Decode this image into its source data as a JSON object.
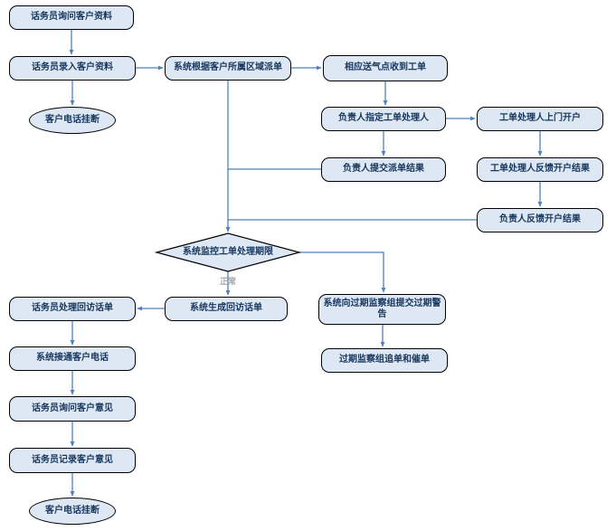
{
  "diagram": {
    "type": "flowchart",
    "nodes": {
      "ask_customer_info": {
        "label": "话务员询问客户资料",
        "shape": "rounded-rect"
      },
      "enter_customer_info": {
        "label": "话务员录入客户资料",
        "shape": "rounded-rect"
      },
      "customer_hangup_top": {
        "label": "客户电话挂断",
        "shape": "ellipse"
      },
      "dispatch_by_region": {
        "label": "系统根据客户所属区域派单",
        "shape": "rounded-rect"
      },
      "gas_point_receive_order": {
        "label": "相应送气点收到工单",
        "shape": "rounded-rect"
      },
      "assign_order_handler": {
        "label": "负责人指定工单处理人",
        "shape": "rounded-rect"
      },
      "handler_onsite_open": {
        "label": "工单处理人上门开户",
        "shape": "rounded-rect"
      },
      "submit_dispatch_result": {
        "label": "负责人提交派单结果",
        "shape": "rounded-rect"
      },
      "handler_feedback_result": {
        "label": "工单处理人反馈开户结果",
        "shape": "rounded-rect"
      },
      "leader_feedback_result": {
        "label": "负责人反馈开户结果",
        "shape": "rounded-rect"
      },
      "monitor_deadline": {
        "label": "系统监控工单处理期限",
        "shape": "diamond"
      },
      "generate_callback_sheet": {
        "label": "系统生成回访话单",
        "shape": "rounded-rect"
      },
      "handle_callback_sheet": {
        "label": "话务员处理回访话单",
        "shape": "rounded-rect"
      },
      "overdue_warning": {
        "label": "系统向过期监察组提交过期警告",
        "shape": "rounded-rect"
      },
      "overdue_chase": {
        "label": "过期监察组追单和催单",
        "shape": "rounded-rect"
      },
      "connect_customer_call": {
        "label": "系统接通客户电话",
        "shape": "rounded-rect"
      },
      "ask_customer_opinion": {
        "label": "话务员询问客户意见",
        "shape": "rounded-rect"
      },
      "record_customer_opinion": {
        "label": "话务员记录客户意见",
        "shape": "rounded-rect"
      },
      "customer_hangup_bottom": {
        "label": "客户电话挂断",
        "shape": "ellipse"
      }
    },
    "edge_labels": {
      "normal": "正常"
    },
    "colors": {
      "node_fill": "#dde8f4",
      "node_border": "#000000",
      "connector": "#4f81bd",
      "text": "#17365d",
      "edge_label": "#a6a6a6",
      "background": "#ffffff"
    }
  }
}
